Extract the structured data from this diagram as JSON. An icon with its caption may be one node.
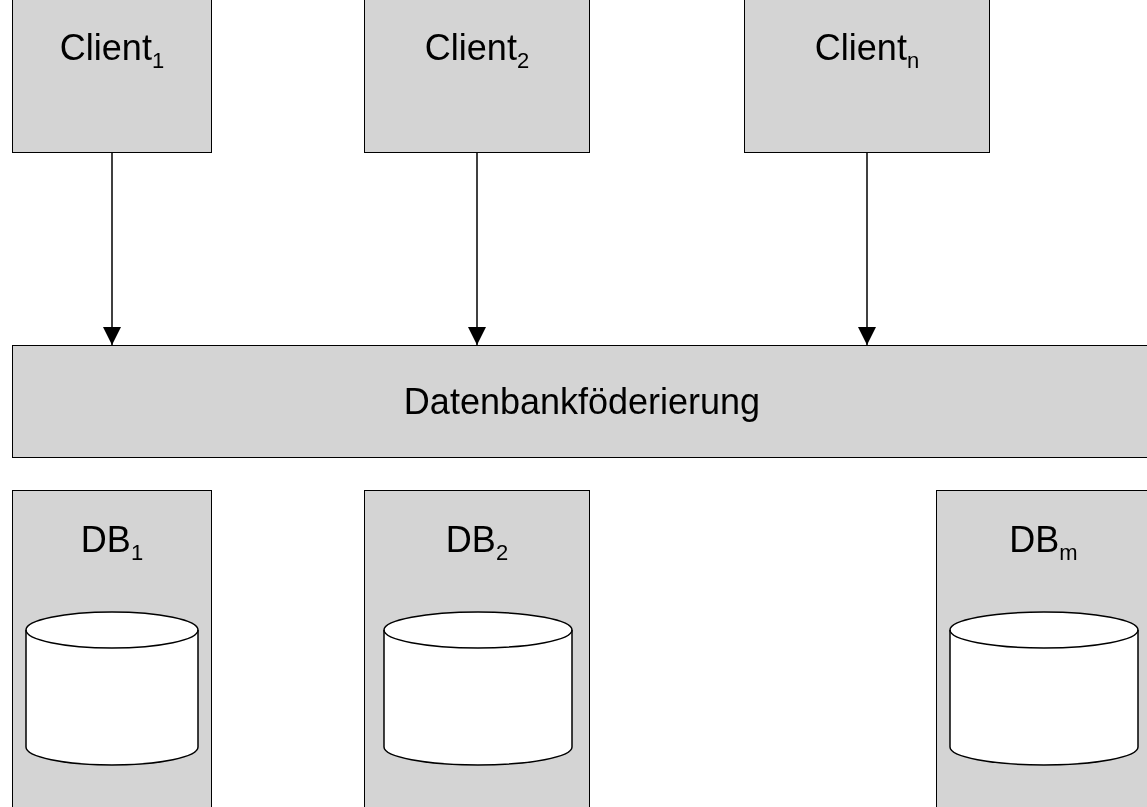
{
  "diagram": {
    "nodes": [
      {
        "text": [
          "Client$_{1}$"
        ]
      },
      {
        "text": [
          "Client$_{2}$"
        ]
      },
      {
        "text": [
          "Client$_{n}$"
        ]
      },
      {
        "text": [
          "Datenbankföderierung"
        ]
      },
      {
        "text": [
          "DB$_{1}$"
        ]
      },
      {
        "text": [],
        "shape": "cylinder",
        "in": 4
      },
      {
        "text": [
          "DB$_{2}$"
        ]
      },
      {
        "text": [],
        "shape": "cylinder",
        "in": 6
      },
      {
        "text": [
          "DB$_{m}$"
        ]
      },
      {
        "text": [],
        "shape": "cylinder",
        "in": 8
      }
    ],
    "edges": [
      {
        "from": 0,
        "to": 3,
        "arrow": "to"
      },
      {
        "from": 1,
        "to": 3,
        "arrow": "to"
      },
      {
        "from": 2,
        "to": 3,
        "arrow": "to"
      }
    ]
  }
}
